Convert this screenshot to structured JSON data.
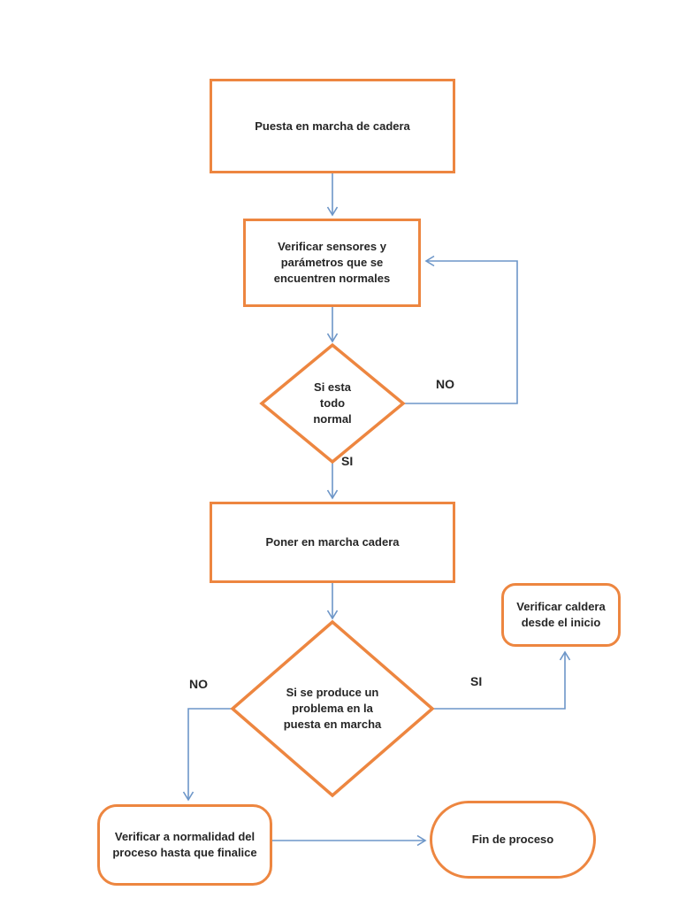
{
  "diagram": {
    "nodes": {
      "start": "Puesta en marcha de cadera",
      "verify_sensors": "Verificar sensores y parámetros que se encuentren normales",
      "decision_normal": "Si esta todo normal",
      "start_chain": "Poner en marcha cadera",
      "decision_problem": "Si se produce un problema en la puesta en marcha",
      "verify_boiler": "Verificar caldera desde el inicio",
      "verify_normality": "Verificar a normalidad del proceso hasta que finalice",
      "end": "Fin de proceso"
    },
    "edge_labels": {
      "decision_normal_no": "NO",
      "decision_normal_si": "SI",
      "decision_problem_no": "NO",
      "decision_problem_si": "SI"
    },
    "colors": {
      "shape_border": "#ED8640",
      "connector": "#6D96C8",
      "text": "#262626"
    }
  }
}
